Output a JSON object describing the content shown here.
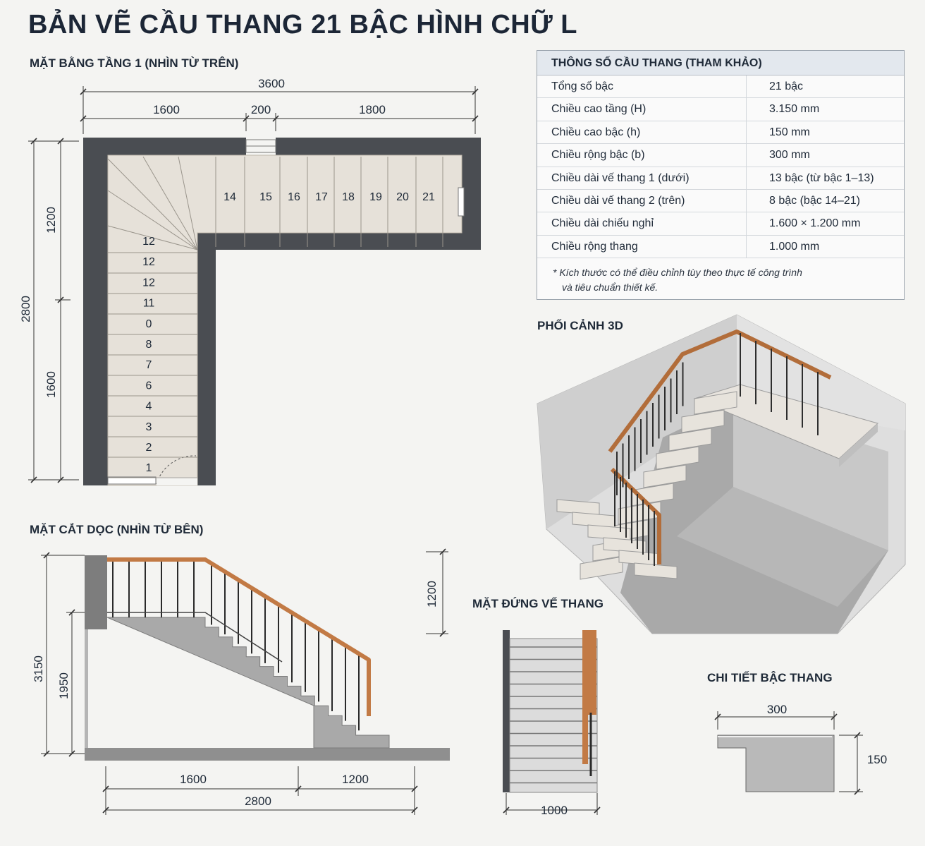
{
  "title": "BẢN VẼ CẦU THANG 21 BẬC HÌNH CHỮ L",
  "sections": {
    "plan": "MẶT BẰNG TẦNG 1 (NHÌN TỪ TRÊN)",
    "section": "MẶT CẮT DỌC (NHÌN TỪ BÊN)",
    "view3d": "PHỐI CẢNH 3D",
    "elevation": "MẶT ĐỨNG VẾ THANG",
    "detail": "CHI TIẾT BẬC THANG"
  },
  "plan": {
    "dims": {
      "total_width": "3600",
      "left": "1600",
      "gap": "200",
      "right": "1800",
      "total_height": "2800",
      "top": "1200",
      "bottom": "1600"
    },
    "steps_horizontal": [
      "14",
      "15",
      "16",
      "17",
      "18",
      "19",
      "20",
      "21"
    ],
    "steps_vertical": [
      "12",
      "12",
      "12",
      "11",
      "0",
      "8",
      "7",
      "6",
      "4",
      "3",
      "2",
      "1"
    ]
  },
  "section_view": {
    "dims": {
      "h_total": "3150",
      "h_lower": "1950",
      "rail": "1200",
      "run1": "1600",
      "run2": "1200",
      "run_total": "2800"
    }
  },
  "elevation": {
    "dims": {
      "width": "1000"
    }
  },
  "detail": {
    "dims": {
      "tread": "300",
      "riser": "150"
    }
  },
  "spec": {
    "header": "THÔNG SỐ CẦU THANG (THAM KHẢO)",
    "rows": [
      {
        "label": "Tổng số bậc",
        "value": "21 bậc"
      },
      {
        "label": "Chiều cao tầng (H)",
        "value": "3.150 mm"
      },
      {
        "label": "Chiều cao bậc (h)",
        "value": "150 mm"
      },
      {
        "label": "Chiều rộng bậc (b)",
        "value": "300 mm"
      },
      {
        "label": "Chiều dài vế thang 1 (dưới)",
        "value": "13 bậc (từ bậc 1–13)"
      },
      {
        "label": "Chiều dài vế thang 2 (trên)",
        "value": "8 bậc (bậc 14–21)"
      },
      {
        "label": "Chiều dài chiếu nghỉ",
        "value": "1.600 × 1.200 mm"
      },
      {
        "label": "Chiều rộng thang",
        "value": "1.000 mm"
      }
    ],
    "note_line1": "* Kích thước có thể điều chỉnh tùy theo thực tế công trình",
    "note_line2": "và tiêu chuẩn thiết kế."
  },
  "colors": {
    "wall": "#4a4d52",
    "floor": "#e6e1d9",
    "concrete": "#a9a9a9",
    "wood": "#c27a45",
    "dim": "#333333"
  }
}
